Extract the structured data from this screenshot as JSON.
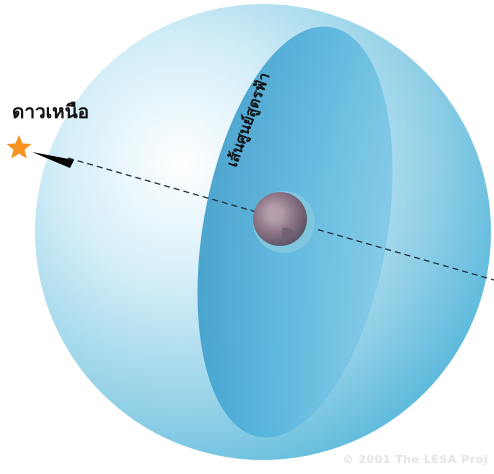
{
  "labels": {
    "polaris": "ดาวเหนือ",
    "celestial_equator": "เส้นศูนย์สูตรฟ้า"
  },
  "copyright": "© 2001 The LESA Proj",
  "colors": {
    "sphere_light": "#e9f6fb",
    "sphere_mid": "#9bd5ea",
    "sphere_dark": "#55b7dc",
    "equator_plane": "#3aa2cf",
    "star": "#f7931e",
    "earth": "#8a7a86",
    "axis_line": "#1f3340"
  },
  "icons": {
    "star": "star-icon",
    "earth": "earth-icon",
    "arrow": "arrow-pointer-icon"
  }
}
